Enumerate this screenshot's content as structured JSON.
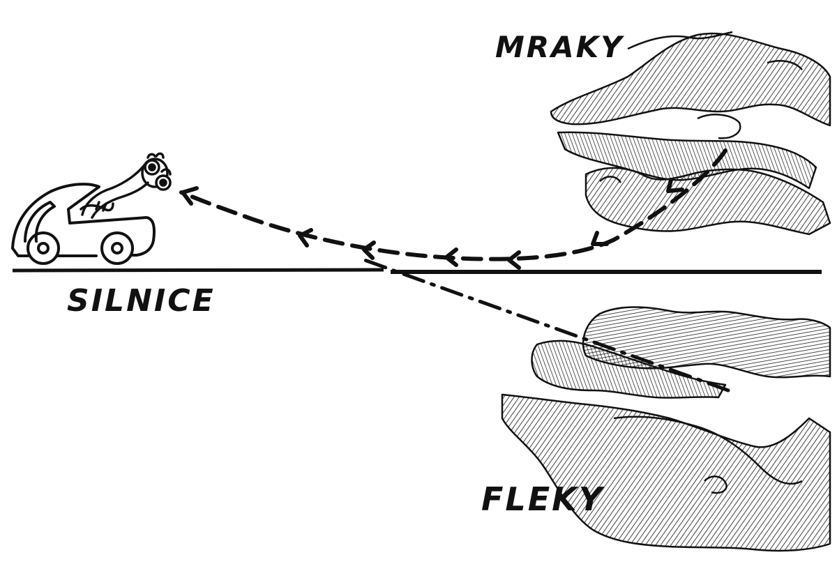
{
  "labels": {
    "clouds": "MRAKY",
    "road": "SILNICE",
    "stains": "FLEKY"
  },
  "colors": {
    "ink": "#111111",
    "paper": "#ffffff"
  },
  "icons": [
    "car-icon",
    "driver-icon",
    "cloud-icon",
    "stain-icon",
    "arrow-icon"
  ]
}
